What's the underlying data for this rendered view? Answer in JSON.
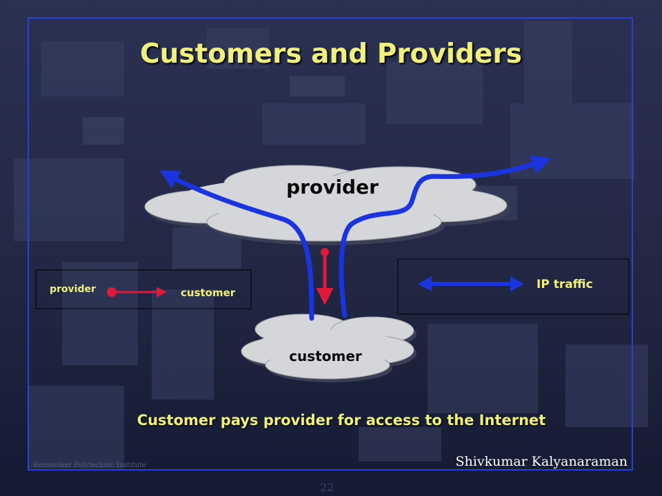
{
  "slide": {
    "title": "Customers and Providers",
    "footer_text": "Customer pays provider for access to the Internet",
    "author": "Shivkumar Kalyanaraman",
    "institute": "Rensselaer Polytechnic Institute",
    "page_number": "22"
  },
  "diagram": {
    "provider_cloud_label": "provider",
    "customer_cloud_label": "customer",
    "legend_payment": {
      "from_label": "provider",
      "to_label": "customer"
    },
    "legend_traffic": {
      "label": "IP traffic"
    }
  },
  "colors": {
    "title": "#f0f07a",
    "frame": "#2b3fd9",
    "ip_traffic": "#1a35e0",
    "payment": "#e01a3a",
    "label_yellow": "#f0f07a",
    "cloud": "#d4d6da"
  }
}
